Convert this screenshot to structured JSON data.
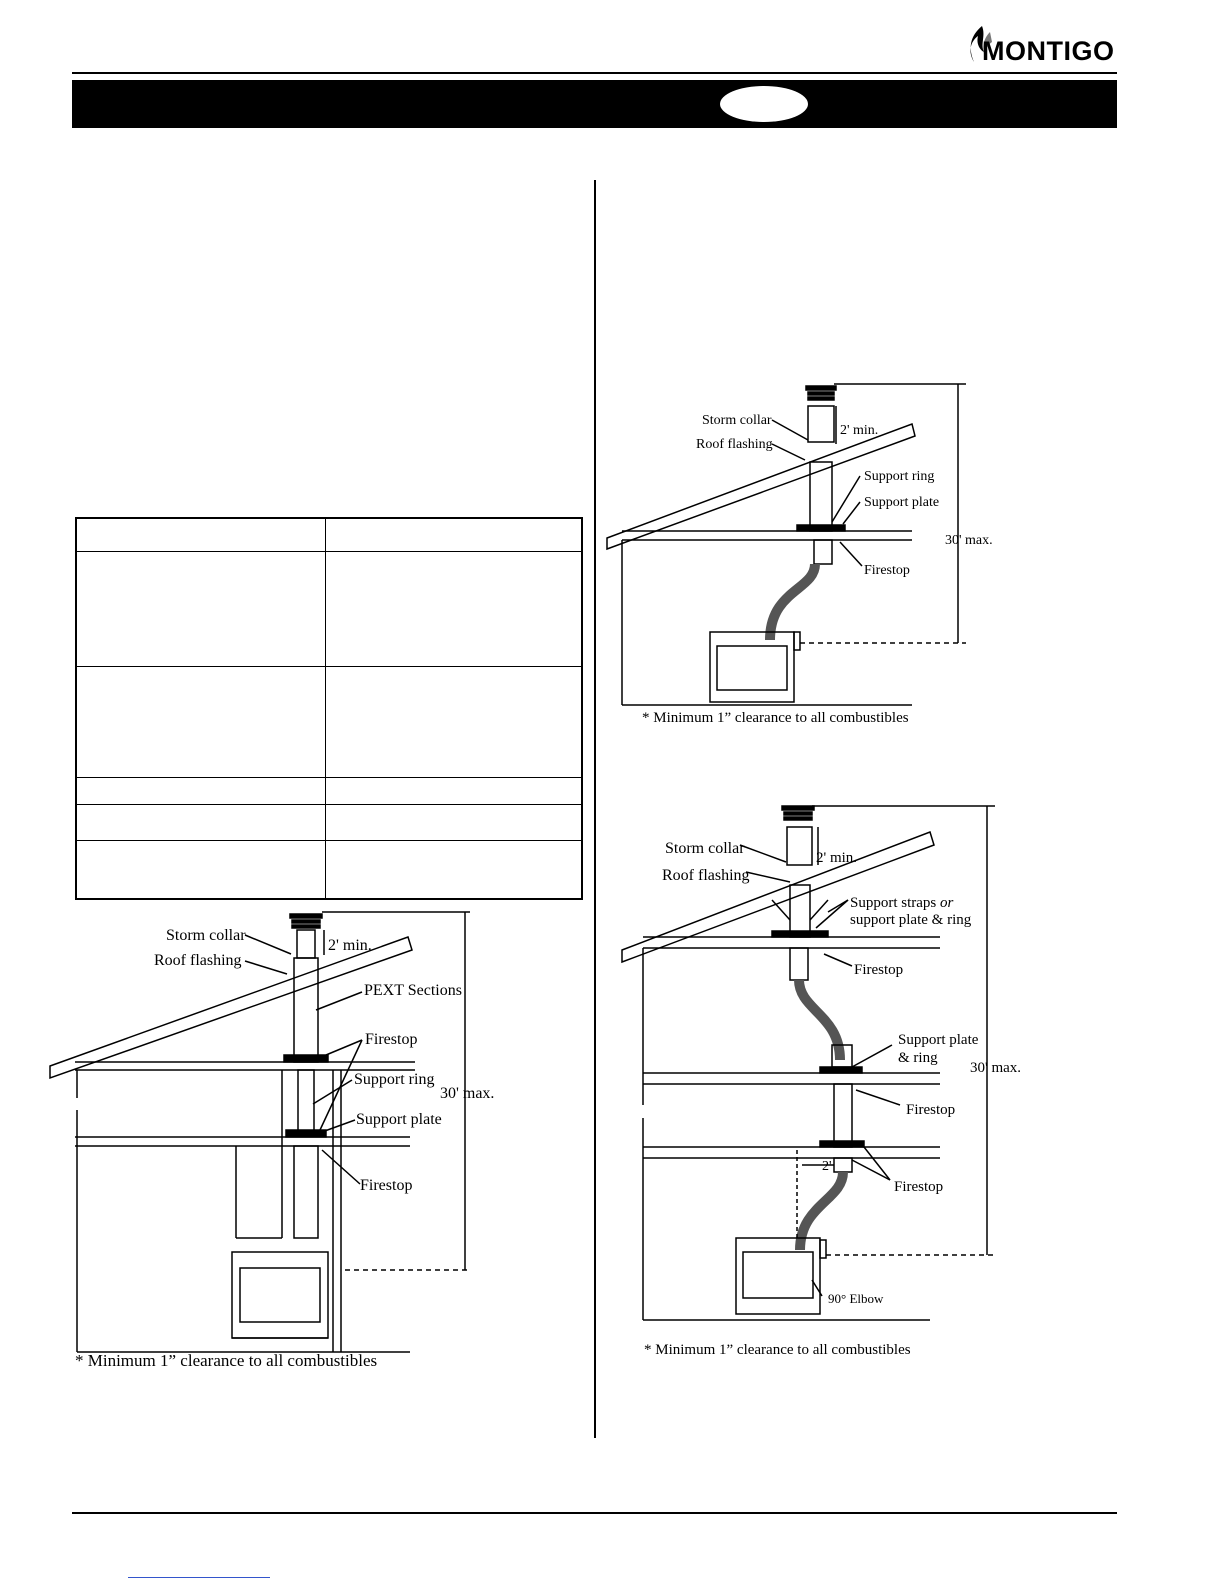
{
  "brand": {
    "logo_text": "MONTIGO"
  },
  "diagram_left": {
    "labels": {
      "storm_collar": "Storm collar",
      "roof_flashing": "Roof flashing",
      "two_ft_min": "2' min.",
      "pext_sections": "PEXT Sections",
      "firestop_top": "Firestop",
      "support_ring": "Support ring",
      "support_plate": "Support plate",
      "firestop_bottom": "Firestop",
      "thirty_max": "30' max."
    },
    "note": "* Minimum 1” clearance to all combustibles"
  },
  "diagram_top_right": {
    "labels": {
      "storm_collar": "Storm collar",
      "roof_flashing": "Roof flashing",
      "two_ft_min": "2' min.",
      "support_ring": "Support ring",
      "support_plate": "Support plate",
      "thirty_max": "30' max.",
      "firestop": "Firestop"
    },
    "note": "* Minimum 1” clearance to all combustibles"
  },
  "diagram_bottom_right": {
    "labels": {
      "storm_collar": "Storm collar",
      "roof_flashing": "Roof flashing",
      "two_ft_min": "2' min.",
      "support_straps_line1": "Support straps",
      "support_straps_or": "or",
      "support_straps_line2": "support plate & ring",
      "firestop_top": "Firestop",
      "support_plate_ring_line1": "Support plate",
      "support_plate_ring_line2": "& ring",
      "thirty_max": "30' max.",
      "firestop_mid": "Firestop",
      "two_ft": "2'",
      "firestop_bottom": "Firestop",
      "elbow": "90° Elbow"
    },
    "note": "* Minimum 1” clearance to all combustibles"
  }
}
